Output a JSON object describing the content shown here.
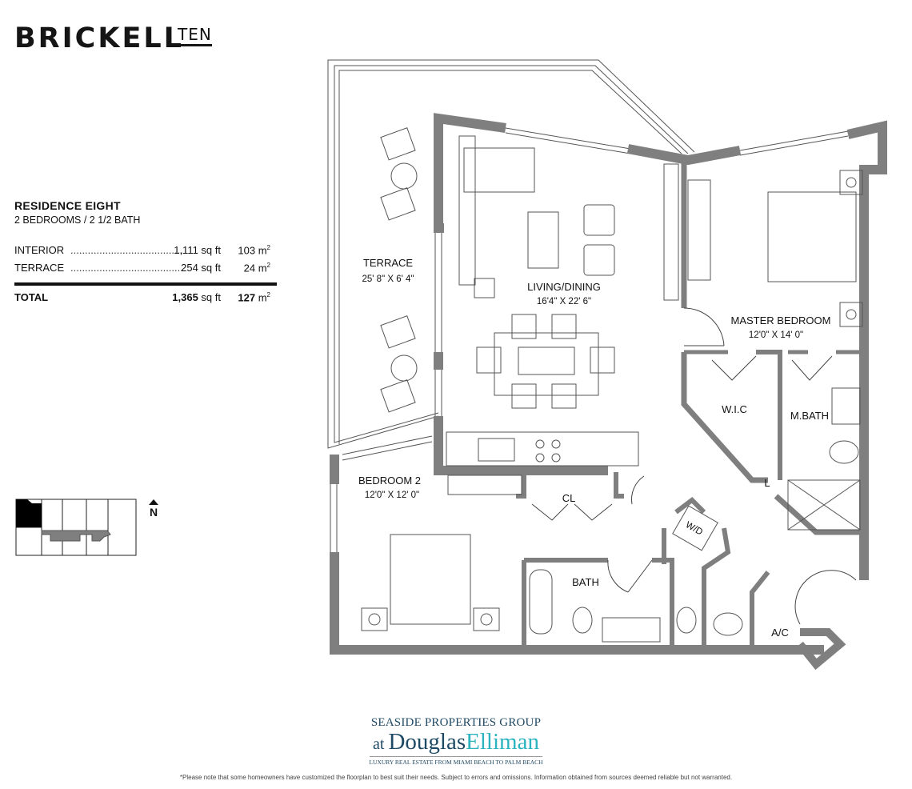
{
  "brand": {
    "logo_main": "BRICKELL",
    "logo_suffix": "TEN"
  },
  "residence": {
    "title": "RESIDENCE EIGHT",
    "subtitle": "2 BEDROOMS / 2 1/2 BATH",
    "areas": [
      {
        "label": "INTERIOR",
        "dots": "......................................................",
        "sqft": "1,111 sq ft",
        "m2": "103 m",
        "m2_sup": "2"
      },
      {
        "label": "TERRACE",
        "dots": "......................................................",
        "sqft": "254 sq ft",
        "m2": "24 m",
        "m2_sup": "2"
      }
    ],
    "total": {
      "label": "TOTAL",
      "sqft_value": "1,365",
      "sqft_unit": " sq ft",
      "m2_value": "127",
      "m2_unit": " m",
      "m2_sup": "2"
    }
  },
  "key_plan": {
    "north_label": "N",
    "highlight_color": "#000000",
    "corridor_color": "#7f7f7f"
  },
  "floorplan": {
    "wall_color": "#7f7f7f",
    "rooms": [
      {
        "name": "TERRACE",
        "dims": "25' 8\" X 6' 4\""
      },
      {
        "name": "LIVING/DINING",
        "dims": "16'4\" X 22' 6\""
      },
      {
        "name": "MASTER BEDROOM",
        "dims": "12'0\" X 14' 0\""
      },
      {
        "name": "W.I.C",
        "dims": ""
      },
      {
        "name": "M.BATH",
        "dims": ""
      },
      {
        "name": "L",
        "dims": ""
      },
      {
        "name": "BEDROOM 2",
        "dims": "12'0\" X 12' 0\""
      },
      {
        "name": "CL",
        "dims": ""
      },
      {
        "name": "BATH",
        "dims": ""
      },
      {
        "name": "A/C",
        "dims": ""
      },
      {
        "name": "W/D",
        "dims": ""
      }
    ]
  },
  "footer": {
    "logo_line1": "SEASIDE PROPERTIES GROUP",
    "logo_at": "at ",
    "logo_douglas": "Douglas",
    "logo_elliman": "Elliman",
    "logo_tagline": "LUXURY REAL ESTATE FROM MIAMI BEACH TO PALM BEACH",
    "brand_colors": {
      "navy": "#1f4a66",
      "teal": "#2bb3c0"
    },
    "disclaimer": "*Please note that some homeowners have customized the floorplan to best suit their needs. Subject to errors and omissions. Information obtained from sources deemed reliable but not warranted."
  }
}
